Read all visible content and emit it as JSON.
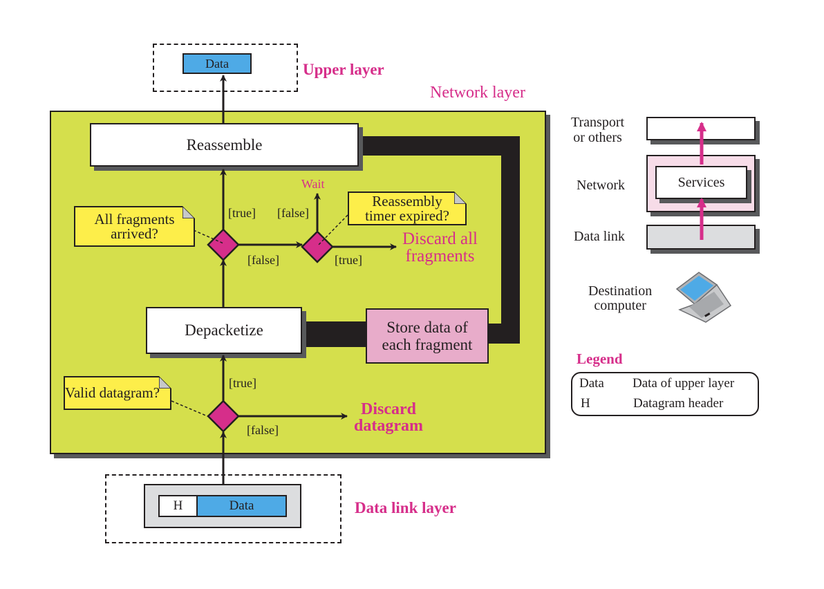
{
  "upper_layer": {
    "data_label": "Data",
    "title": "Upper layer"
  },
  "network_layer": {
    "title": "Network layer",
    "reassemble_label": "Reassemble",
    "depacketize_label": "Depacketize",
    "store_label_line1": "Store data of",
    "store_label_line2": "each fragment",
    "decisions": {
      "all_fragments": {
        "question_line1": "All fragments",
        "question_line2": "arrived?",
        "true_label": "[true]",
        "false_label": "[false]"
      },
      "timer": {
        "question_line1": "Reassembly",
        "question_line2": "timer expired?",
        "true_label": "[true]",
        "false_label": "[false]",
        "wait_label": "Wait",
        "discard_line1": "Discard all",
        "discard_line2": "fragments"
      },
      "valid": {
        "question": "Valid datagram?",
        "true_label": "[true]",
        "false_label": "[false]",
        "discard_line1": "Discard",
        "discard_line2": "datagram"
      }
    }
  },
  "data_link_layer": {
    "header_label": "H",
    "data_label": "Data",
    "title": "Data link layer"
  },
  "stack": {
    "transport_line1": "Transport",
    "transport_line2": "or others",
    "network_label": "Network",
    "services_label": "Services",
    "data_link_label": "Data link",
    "computer_line1": "Destination",
    "computer_line2": "computer"
  },
  "legend": {
    "title": "Legend",
    "items": [
      {
        "key": "Data",
        "description": "Data of upper layer"
      },
      {
        "key": "H",
        "description": "Datagram header"
      }
    ]
  },
  "colors": {
    "network_bg": "#d5df4c",
    "accent": "#d62e8a",
    "data_blue": "#4eaae6",
    "note_yellow": "#fdee4a",
    "store_pink": "#e8acca",
    "diamond": "#d62e8a",
    "stack_pink": "#f7dce8",
    "stack_gray": "#dcdddf"
  }
}
